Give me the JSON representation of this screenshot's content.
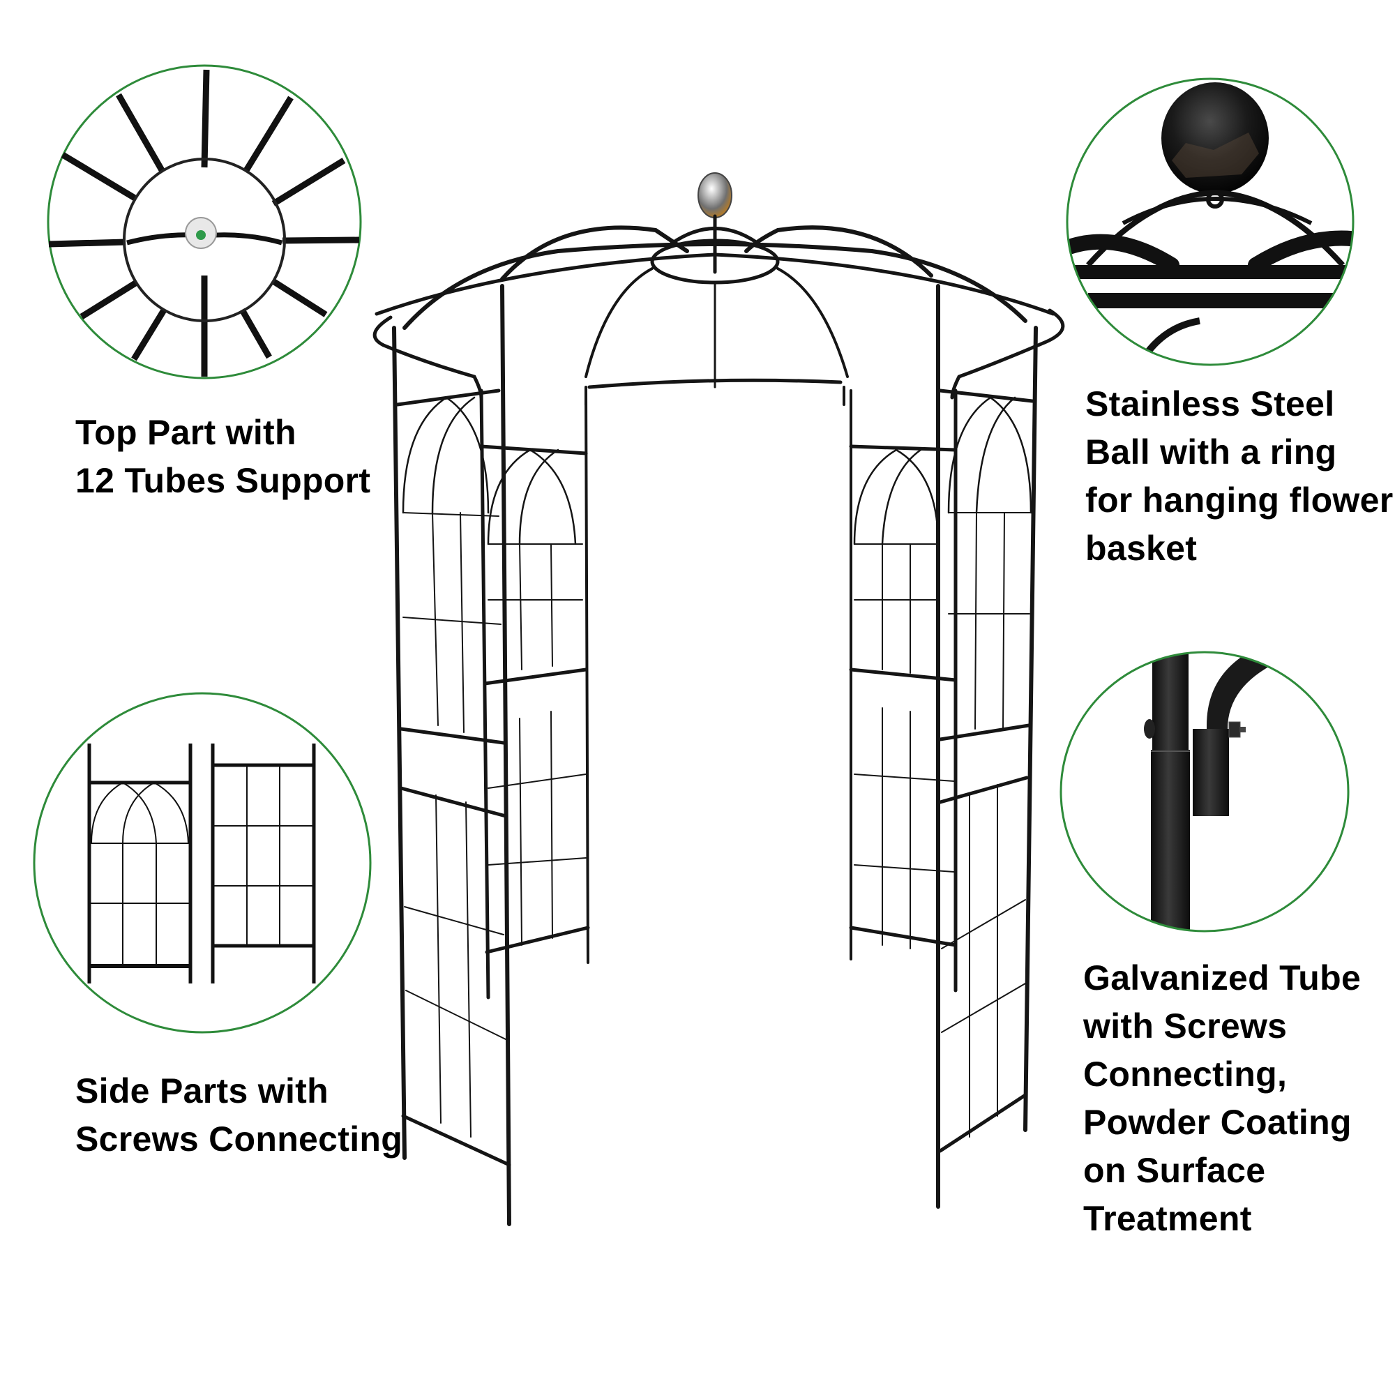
{
  "callouts": [
    {
      "id": "top-part",
      "lines": [
        "Top Part with",
        "12 Tubes Support"
      ]
    },
    {
      "id": "stainless-ball",
      "lines": [
        "Stainless Steel",
        "Ball with a ring",
        "for hanging flower",
        "basket"
      ]
    },
    {
      "id": "side-parts",
      "lines": [
        "Side Parts with",
        "Screws Connecting"
      ]
    },
    {
      "id": "galvanized-tube",
      "lines": [
        "Galvanized Tube",
        "with Screws",
        "Connecting,",
        "Powder Coating",
        "on Surface",
        "Treatment"
      ]
    }
  ],
  "colors": {
    "callout_ring": "#2e8b3a",
    "frame": "#111111",
    "background": "#ffffff"
  }
}
